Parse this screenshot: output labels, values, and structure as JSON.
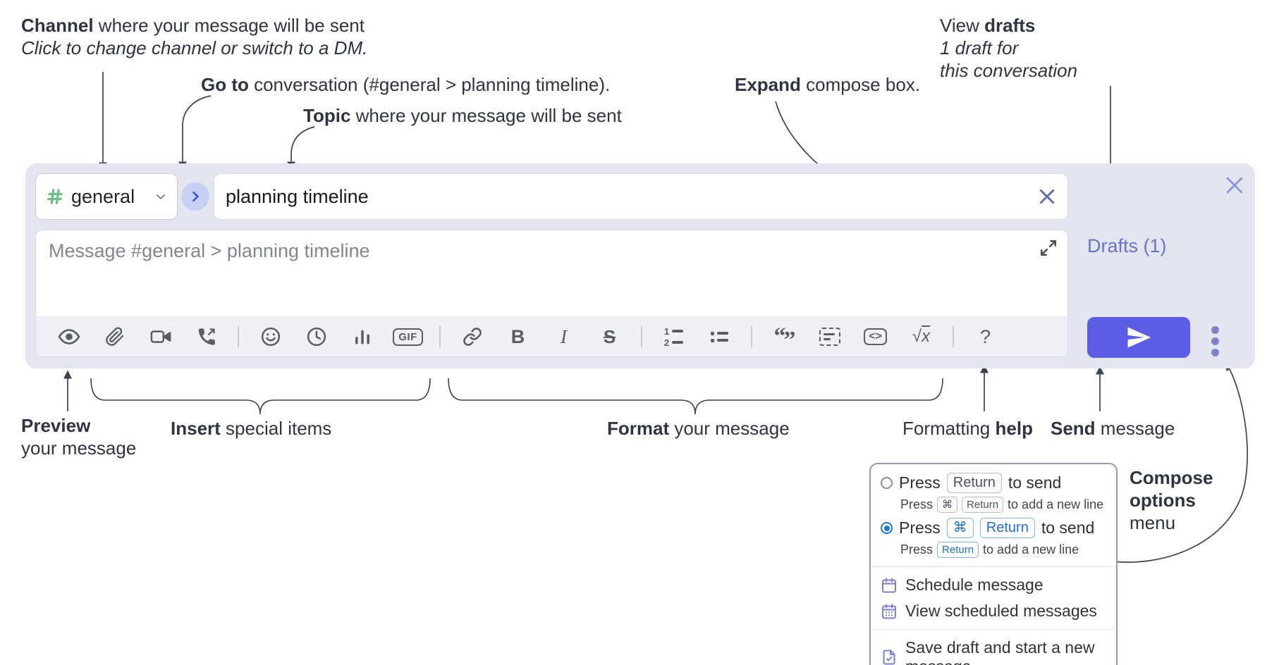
{
  "annotations": {
    "channel": {
      "bold": "Channel",
      "rest": " where your message will be sent",
      "sub": "Click to change channel or switch to a DM."
    },
    "goto": {
      "bold": "Go to",
      "rest": " conversation (#general > planning timeline)."
    },
    "topic": {
      "bold": "Topic",
      "rest": " where your message will be sent"
    },
    "expand": {
      "bold": "Expand",
      "rest": " compose box."
    },
    "drafts": {
      "pre": "View ",
      "bold": "drafts",
      "line2": "1 draft for",
      "line3": "this conversation"
    },
    "preview": {
      "bold": "Preview",
      "line2": "your message"
    },
    "insert": {
      "bold": "Insert",
      "rest": " special items"
    },
    "format": {
      "bold": "Format",
      "rest": " your message"
    },
    "help": {
      "pre": "Formatting ",
      "bold": "help"
    },
    "send": {
      "bold": "Send",
      "rest": " message"
    },
    "compose_menu": {
      "bold1": "Compose",
      "bold2": "options",
      "rest": "menu"
    }
  },
  "compose": {
    "channel_name": "general",
    "topic_value": "planning timeline",
    "message_placeholder": "Message #general > planning timeline",
    "drafts_label": "Drafts (1)",
    "toolbar": {
      "gif_label": "GIF",
      "bold_label": "B",
      "italic_label": "I",
      "strike_label": "S",
      "ol_digit1": "1",
      "ol_digit2": "2",
      "quote_open": "“",
      "quote_close": "”",
      "code_label": "<>",
      "math_root": "√",
      "math_var": "x",
      "help_label": "?"
    }
  },
  "popup": {
    "opt1": {
      "press": "Press",
      "key": "Return",
      "after": "to send"
    },
    "opt1_sub": {
      "press": "Press",
      "key1": "⌘",
      "key2": "Return",
      "after": "to add a new line"
    },
    "opt2": {
      "press": "Press",
      "key1": "⌘",
      "key2": "Return",
      "after": "to send"
    },
    "opt2_sub": {
      "press": "Press",
      "key": "Return",
      "after": "to add a new line"
    },
    "items": {
      "schedule": "Schedule message",
      "view_scheduled": "View scheduled messages",
      "save_draft": "Save draft and start a new message"
    }
  },
  "colors": {
    "compose_bg": "#e3e5f1",
    "send_button": "#5c5ce6",
    "channel_hash_green": "#6dbf85",
    "link_purple": "#6a74c6",
    "radio_blue": "#1a79de",
    "keycap_blue": "#1f6fd6",
    "annotation_text": "#2e3443",
    "icon_gray": "#595d64"
  }
}
